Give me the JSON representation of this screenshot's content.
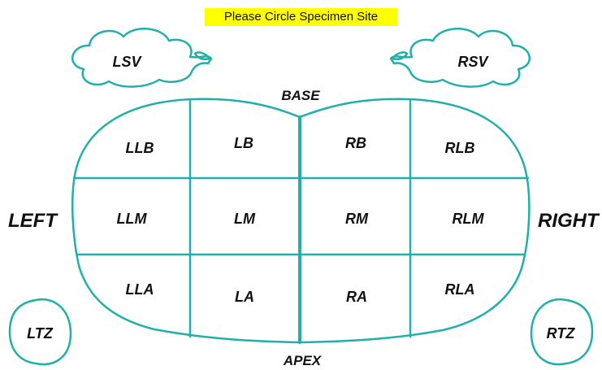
{
  "instruction": "Please Circle Specimen Site",
  "labels": {
    "base": "BASE",
    "apex": "APEX",
    "left": "LEFT",
    "right": "RIGHT",
    "lsv": "LSV",
    "rsv": "RSV",
    "ltz": "LTZ",
    "rtz": "RTZ"
  },
  "zones": {
    "llb": "LLB",
    "lb": "LB",
    "rb": "RB",
    "rlb": "RLB",
    "llm": "LLM",
    "lm": "LM",
    "rm": "RM",
    "rlm": "RLM",
    "lla": "LLA",
    "la": "LA",
    "ra": "RA",
    "rla": "RLA"
  },
  "colors": {
    "outline": "#1fb0aa",
    "banner": "#ffff00"
  }
}
